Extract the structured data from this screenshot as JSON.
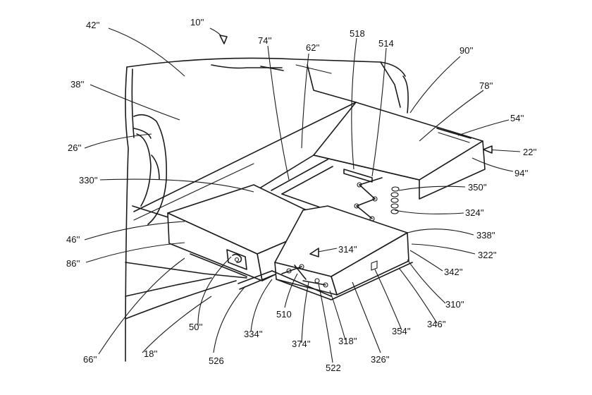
{
  "figure": {
    "ref": "10''"
  },
  "labels": [
    {
      "id": "42",
      "text": "42''"
    },
    {
      "id": "74",
      "text": "74''"
    },
    {
      "id": "62",
      "text": "62''"
    },
    {
      "id": "518",
      "text": "518"
    },
    {
      "id": "514",
      "text": "514"
    },
    {
      "id": "90",
      "text": "90''"
    },
    {
      "id": "78",
      "text": "78''"
    },
    {
      "id": "38",
      "text": "38''"
    },
    {
      "id": "54",
      "text": "54''"
    },
    {
      "id": "26",
      "text": "26''"
    },
    {
      "id": "22",
      "text": "22''"
    },
    {
      "id": "330",
      "text": "330''"
    },
    {
      "id": "94",
      "text": "94''"
    },
    {
      "id": "350",
      "text": "350''"
    },
    {
      "id": "324",
      "text": "324''"
    },
    {
      "id": "46",
      "text": "46''"
    },
    {
      "id": "338",
      "text": "338''"
    },
    {
      "id": "314",
      "text": "314''"
    },
    {
      "id": "322",
      "text": "322''"
    },
    {
      "id": "86",
      "text": "86''"
    },
    {
      "id": "342",
      "text": "342''"
    },
    {
      "id": "310",
      "text": "310''"
    },
    {
      "id": "510",
      "text": "510"
    },
    {
      "id": "50",
      "text": "50''"
    },
    {
      "id": "346",
      "text": "346''"
    },
    {
      "id": "334",
      "text": "334''"
    },
    {
      "id": "354",
      "text": "354''"
    },
    {
      "id": "318",
      "text": "318''"
    },
    {
      "id": "374",
      "text": "374''"
    },
    {
      "id": "18",
      "text": "18''"
    },
    {
      "id": "66",
      "text": "66''"
    },
    {
      "id": "526",
      "text": "526"
    },
    {
      "id": "326",
      "text": "326''"
    },
    {
      "id": "522",
      "text": "522"
    }
  ]
}
